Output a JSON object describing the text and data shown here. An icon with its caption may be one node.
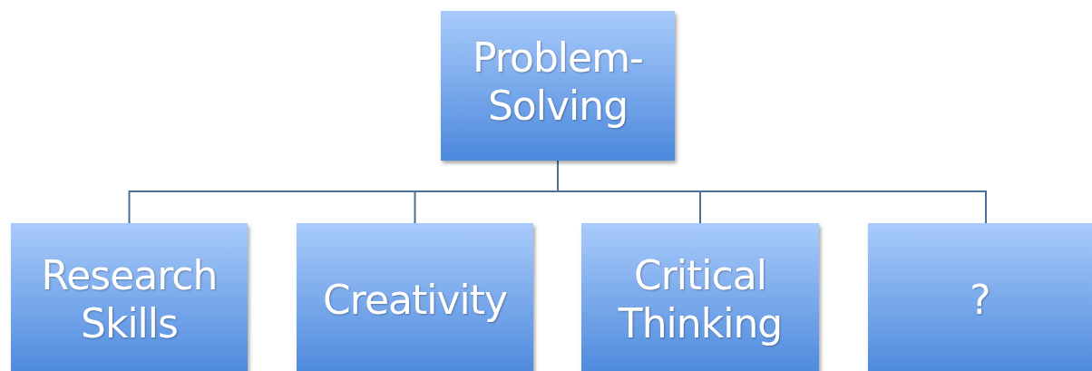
{
  "diagram": {
    "nodes": [
      {
        "text": [
          "Problem-Solving"
        ]
      },
      {
        "text": [
          "Research Skills"
        ]
      },
      {
        "text": [
          "Creativity"
        ]
      },
      {
        "text": [
          "Critical Thinking"
        ]
      },
      {
        "text": [
          "?"
        ]
      }
    ],
    "edges": [
      {
        "from": 0,
        "to": 1,
        "arrow": "none"
      },
      {
        "from": 0,
        "to": 2,
        "arrow": "none"
      },
      {
        "from": 0,
        "to": 3,
        "arrow": "none"
      },
      {
        "from": 0,
        "to": 4,
        "arrow": "none"
      }
    ]
  }
}
